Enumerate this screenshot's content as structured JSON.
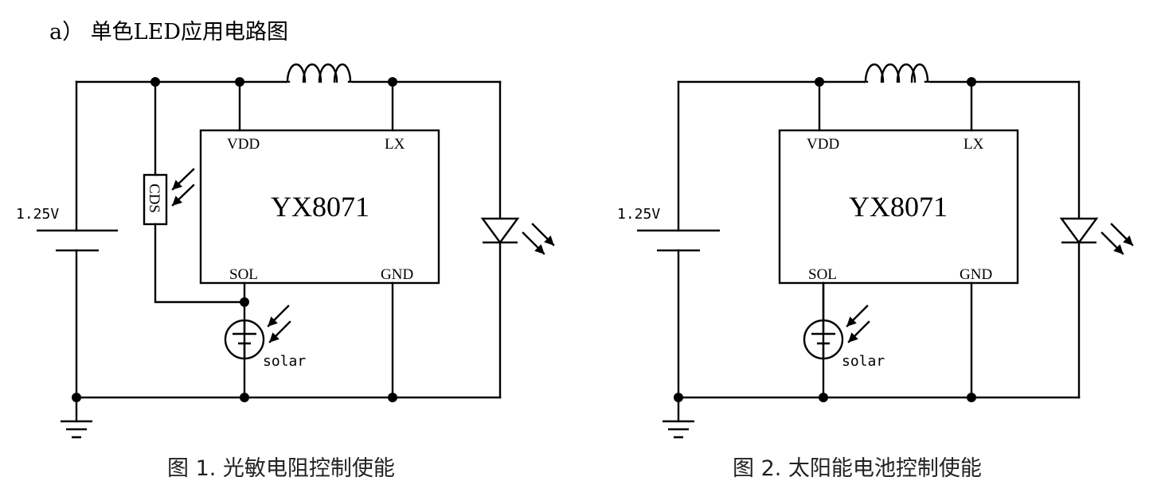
{
  "heading": "a） 单色LED应用电路图",
  "figures": [
    {
      "caption": "图 1. 光敏电阻控制使能",
      "chip": "YX8071",
      "pins": {
        "vdd": "VDD",
        "lx": "LX",
        "sol": "SOL",
        "gnd": "GND"
      },
      "battery_label": "1.25V",
      "solar_label": "solar",
      "sensor_label": "CDS"
    },
    {
      "caption": "图 2. 太阳能电池控制使能",
      "chip": "YX8071",
      "pins": {
        "vdd": "VDD",
        "lx": "LX",
        "sol": "SOL",
        "gnd": "GND"
      },
      "battery_label": "1.25V",
      "solar_label": "solar"
    }
  ]
}
